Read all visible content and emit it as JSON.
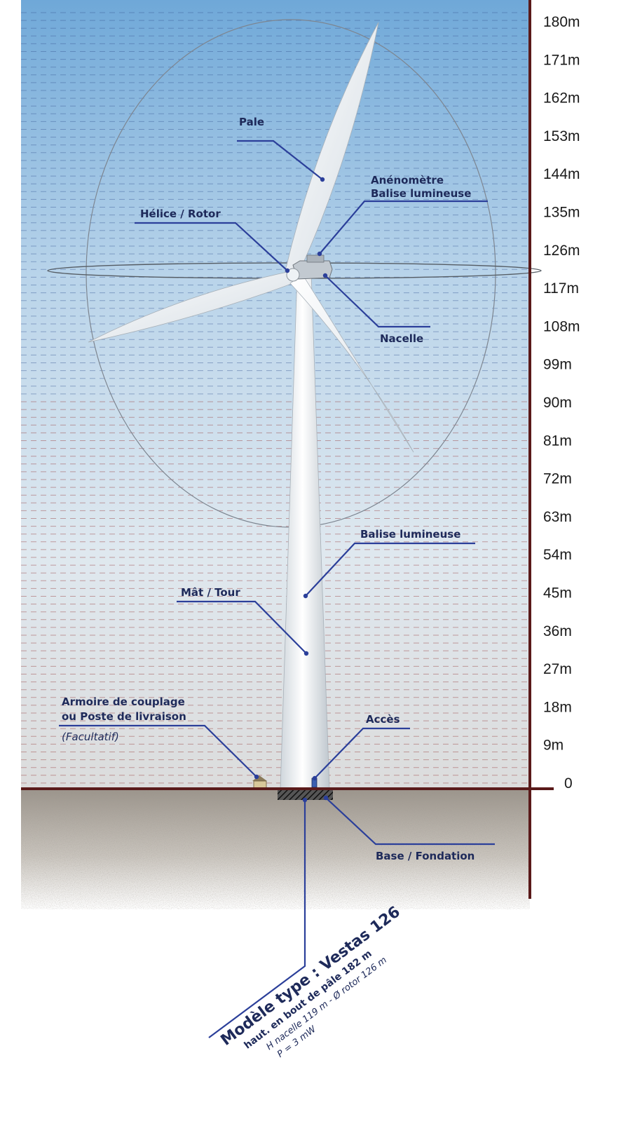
{
  "scale": {
    "ticks": [
      "180m",
      "171m",
      "162m",
      "153m",
      "144m",
      "135m",
      "126m",
      "117m",
      "108m",
      "99m",
      "90m",
      "81m",
      "72m",
      "63m",
      "54m",
      "45m",
      "36m",
      "27m",
      "18m",
      "9m",
      "0"
    ]
  },
  "labels": {
    "pale": "Pale",
    "anemometre": "Anénomètre",
    "balise_top": "Balise lumineuse",
    "helice": "Hélice / Rotor",
    "nacelle": "Nacelle",
    "balise_mid": "Balise lumineuse",
    "mat": "Mât / Tour",
    "armoire_1": "Armoire de couplage",
    "armoire_2": "ou Poste de livraison",
    "facultatif": "(Facultatif)",
    "acces": "Accès",
    "base": "Base / Fondation"
  },
  "model": {
    "title": "Modèle type : Vestas 126",
    "line1": "haut. en bout de pâle 182 m",
    "line2": "H nacelle 119 m - Ø rotor 126 m",
    "line3": "P = 3 mW"
  },
  "colors": {
    "sky_top": "#6fa8d8",
    "sky_bottom": "#dcdcdc",
    "axis": "#5a1a1a",
    "leader": "#2b3f9a",
    "label_text": "#1e2a5a"
  }
}
